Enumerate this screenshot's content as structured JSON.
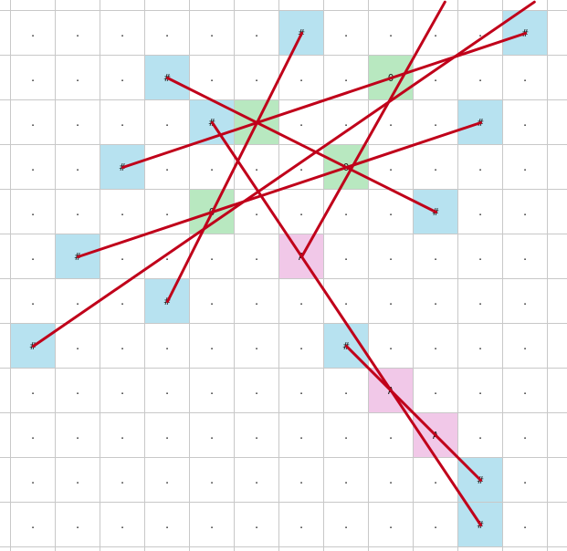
{
  "grid": {
    "cols": 13,
    "rows": 12,
    "empty_char": ".",
    "cells": [
      {
        "col": 6,
        "row": 0,
        "char": "#",
        "kind": "antenna"
      },
      {
        "col": 11,
        "row": 0,
        "char": "#",
        "kind": "antenna"
      },
      {
        "col": 3,
        "row": 1,
        "char": "#",
        "kind": "antenna"
      },
      {
        "col": 8,
        "row": 1,
        "char": "0",
        "kind": "overlap"
      },
      {
        "col": 4,
        "row": 2,
        "char": "#",
        "kind": "antenna"
      },
      {
        "col": 5,
        "row": 2,
        "char": "",
        "kind": "overlap"
      },
      {
        "col": 10,
        "row": 2,
        "char": "#",
        "kind": "antenna"
      },
      {
        "col": 2,
        "row": 3,
        "char": "#",
        "kind": "antenna"
      },
      {
        "col": 7,
        "row": 3,
        "char": "0",
        "kind": "overlap"
      },
      {
        "col": 4,
        "row": 4,
        "char": "0",
        "kind": "overlap"
      },
      {
        "col": 9,
        "row": 4,
        "char": "#",
        "kind": "antenna"
      },
      {
        "col": 1,
        "row": 5,
        "char": "#",
        "kind": "antenna"
      },
      {
        "col": 6,
        "row": 5,
        "char": "A",
        "kind": "antinode"
      },
      {
        "col": 3,
        "row": 6,
        "char": "#",
        "kind": "antenna"
      },
      {
        "col": 0,
        "row": 7,
        "char": "#",
        "kind": "antenna"
      },
      {
        "col": 7,
        "row": 7,
        "char": "#",
        "kind": "antenna"
      },
      {
        "col": 8,
        "row": 8,
        "char": "A",
        "kind": "antinode"
      },
      {
        "col": 9,
        "row": 9,
        "char": "A",
        "kind": "antinode"
      },
      {
        "col": 10,
        "row": 10,
        "char": "#",
        "kind": "antenna"
      },
      {
        "col": 10,
        "row": 11,
        "char": "#",
        "kind": "antenna"
      }
    ],
    "segments": [
      {
        "from": [
          0,
          7
        ],
        "to": [
          11.2,
          -0.7
        ]
      },
      {
        "from": [
          2,
          3
        ],
        "to": [
          11,
          0
        ]
      },
      {
        "from": [
          1,
          5
        ],
        "to": [
          10,
          2
        ]
      },
      {
        "from": [
          3,
          1
        ],
        "to": [
          9,
          4
        ]
      },
      {
        "from": [
          3,
          6
        ],
        "to": [
          6,
          0
        ]
      },
      {
        "from": [
          4,
          2
        ],
        "to": [
          10,
          11
        ]
      },
      {
        "from": [
          6,
          5
        ],
        "to": [
          9.2,
          -0.7
        ]
      },
      {
        "from": [
          7,
          7
        ],
        "to": [
          10,
          10
        ]
      }
    ],
    "colors": {
      "antenna": "#b7e2f0",
      "overlap": "#b8e8c0",
      "antinode": "#f1c8e8",
      "line": "#c0001a",
      "gridline": "#c8c8c8"
    }
  }
}
